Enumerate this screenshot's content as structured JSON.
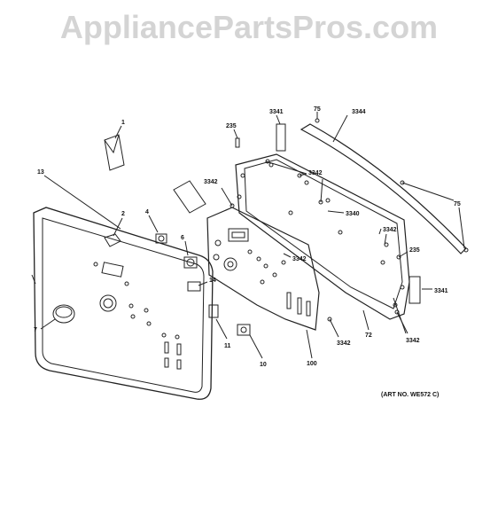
{
  "watermark": "AppliancePartsPros.com",
  "art_number": "(ART NO. WE572 C)",
  "callouts": [
    "1",
    "2",
    "4",
    "6",
    "7",
    "10",
    "11",
    "13",
    "14",
    "72",
    "75",
    "75",
    "100",
    "235",
    "235",
    "3340",
    "3341",
    "3341",
    "3342",
    "3342",
    "3342",
    "3342",
    "3342",
    "3342",
    "3344"
  ]
}
